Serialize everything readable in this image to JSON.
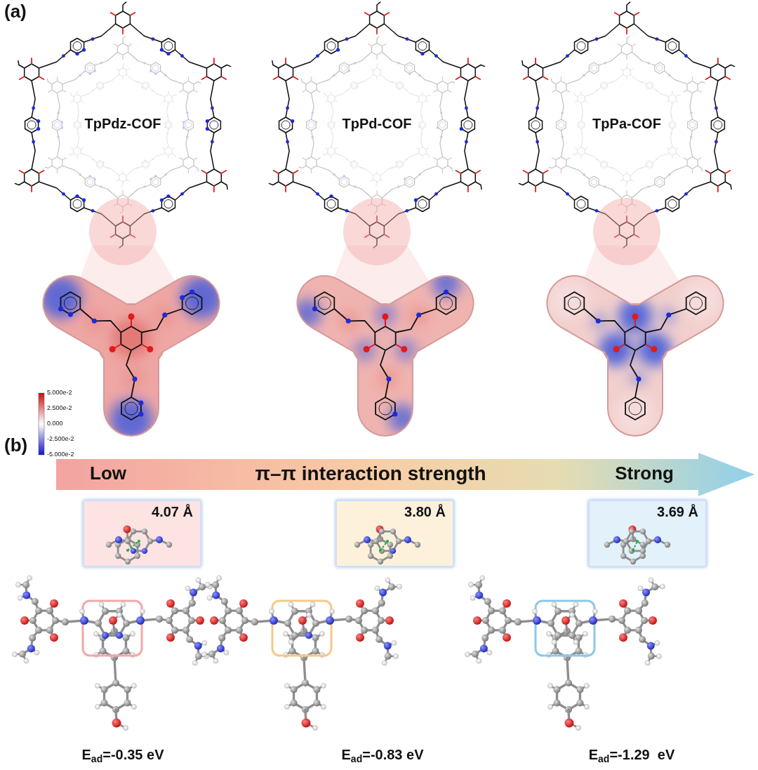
{
  "diagram": {
    "nodes": [
      {
        "text": [
          "Low",
          "π–π interaction strength",
          "Strong"
        ]
      },
      {
        "text": [
          "4.07 Å"
        ]
      },
      {
        "text": [
          "3.80 Å"
        ]
      },
      {
        "text": [
          "3.69 Å"
        ]
      }
    ],
    "labels": [
      "(a)",
      "TpPdz-COF",
      "TpPd-COF",
      "TpPa-COF",
      "5.000e-2",
      "2.500e-2",
      "0.000",
      "-2.500e-2",
      "-5.000e-2",
      "(b)",
      "Ead=-0.35 eV",
      "Ead=-0.83 eV",
      "Ead=-1.29  eV"
    ]
  }
}
